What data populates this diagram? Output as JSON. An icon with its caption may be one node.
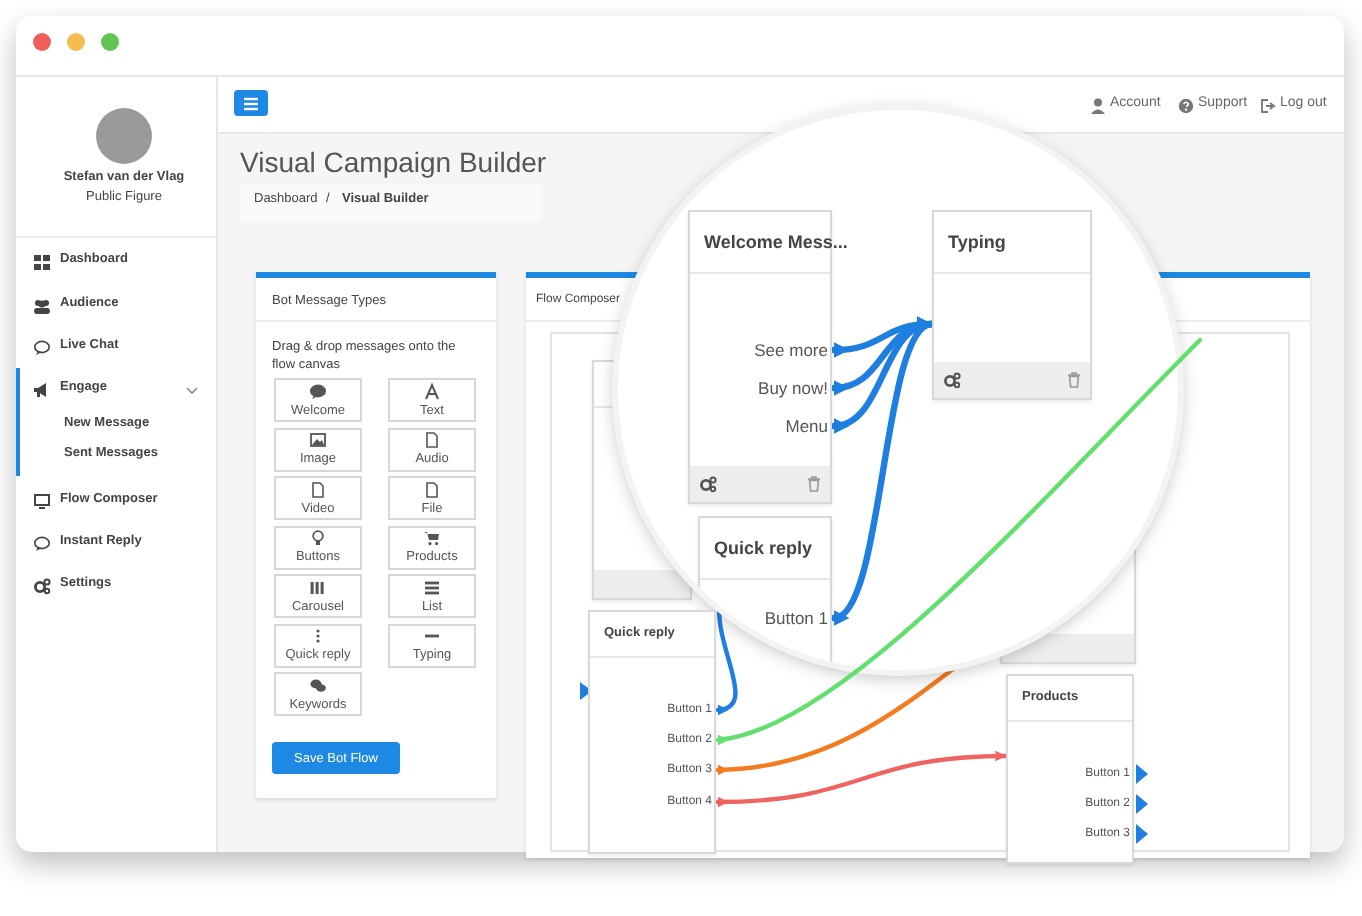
{
  "diagram": {
    "nodes": [
      {
        "text": [
          "Welcome Mess..."
        ]
      },
      {
        "text": [
          "See more"
        ],
        "in": 0
      },
      {
        "text": [
          "Buy now!"
        ],
        "in": 0
      },
      {
        "text": [
          "Menu"
        ],
        "in": 0
      },
      {
        "text": [
          "Typing"
        ]
      },
      {
        "text": [
          "Quick reply"
        ]
      },
      {
        "text": [
          "Button 1"
        ],
        "in": 5
      },
      {
        "text": [
          "Quick reply"
        ]
      },
      {
        "text": [
          "Button 1"
        ],
        "in": 7
      },
      {
        "text": [
          "Button 2"
        ],
        "in": 7
      },
      {
        "text": [
          "Button 3"
        ],
        "in": 7
      },
      {
        "text": [
          "Button 4"
        ],
        "in": 7
      },
      {
        "text": [
          "Products"
        ]
      },
      {
        "text": [
          "Button 1"
        ],
        "in": 12
      },
      {
        "text": [
          "Button 2"
        ],
        "in": 12
      },
      {
        "text": [
          "Button 3"
        ],
        "in": 12
      }
    ],
    "edges": [
      {
        "from": 1,
        "to": 4,
        "arrow": "both"
      },
      {
        "from": 2,
        "to": 4,
        "arrow": "both"
      },
      {
        "from": 3,
        "to": 4,
        "arrow": "both"
      },
      {
        "from": 6,
        "to": 4,
        "arrow": "both"
      },
      {
        "from": null,
        "to": 8,
        "arrow": "to"
      },
      {
        "from": null,
        "to": 9,
        "arrow": "to",
        "color": "#62e06e"
      },
      {
        "from": null,
        "to": 10,
        "arrow": "to",
        "color": "#f47b20"
      },
      {
        "from": 11,
        "to": 12,
        "arrow": "both",
        "color": "#ef6461"
      }
    ],
    "labels": [
      "Stefan van der Vlag",
      "Public Figure",
      "Dashboard",
      "Audience",
      "Live Chat",
      "Engage",
      "New Message",
      "Sent Messages",
      "Flow Composer",
      "Instant Reply",
      "Settings",
      "Account",
      "Support",
      "Log out",
      "Visual Campaign Builder",
      "Dashboard",
      "/",
      "Visual Builder",
      "Bot Message Types",
      "Drag & drop messages onto the flow canvas",
      "Welcome",
      "Text",
      "Image",
      "Audio",
      "Video",
      "File",
      "Buttons",
      "Products",
      "Carousel",
      "List",
      "Quick reply",
      "Typing",
      "Keywords",
      "Save Bot Flow",
      "Flow Composer"
    ]
  }
}
